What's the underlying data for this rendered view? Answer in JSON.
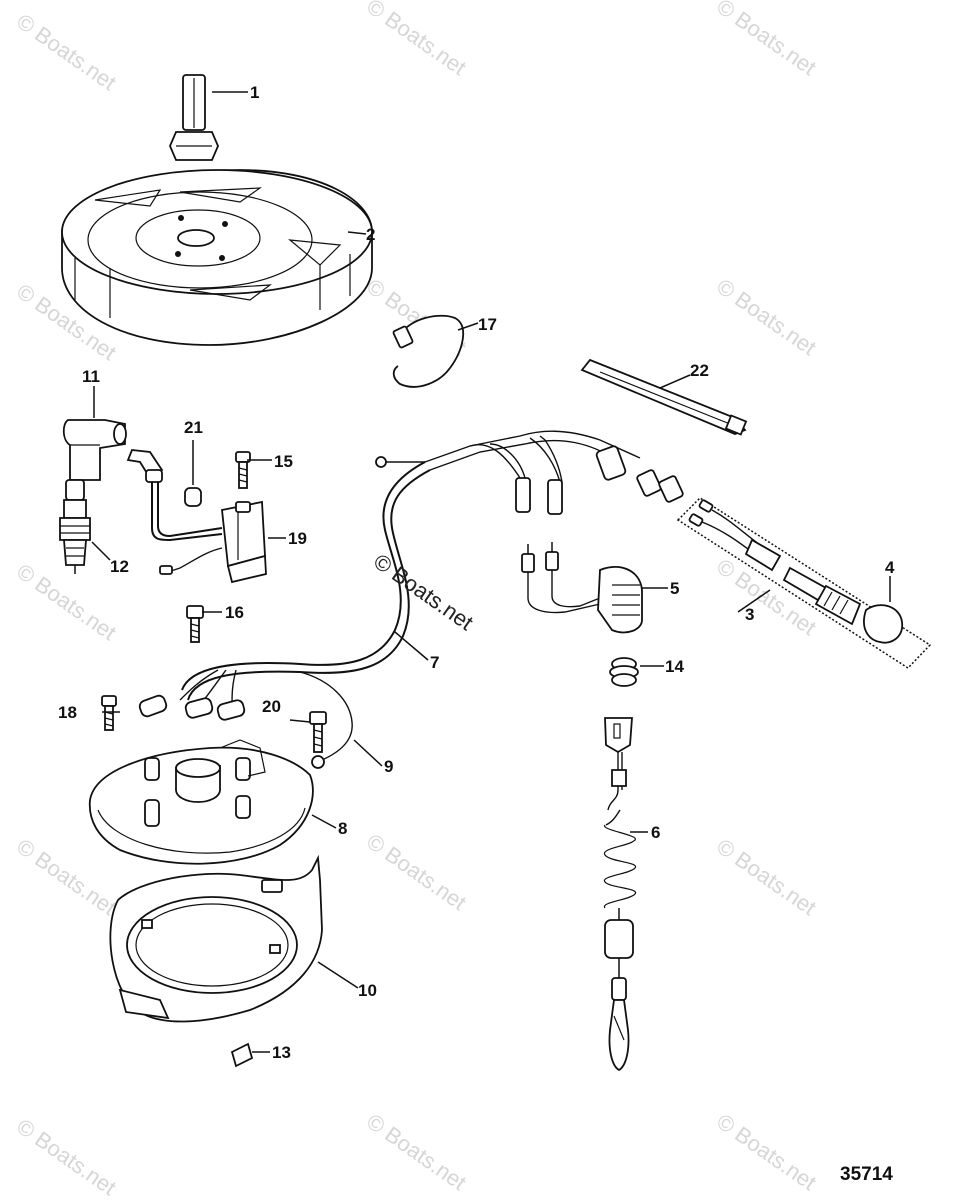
{
  "diagram": {
    "document_number": "35714",
    "watermark": "© Boats.net",
    "callouts": [
      {
        "id": "1",
        "label": "1"
      },
      {
        "id": "2",
        "label": "2"
      },
      {
        "id": "3",
        "label": "3"
      },
      {
        "id": "4",
        "label": "4"
      },
      {
        "id": "5",
        "label": "5"
      },
      {
        "id": "6",
        "label": "6"
      },
      {
        "id": "7",
        "label": "7"
      },
      {
        "id": "8",
        "label": "8"
      },
      {
        "id": "9",
        "label": "9"
      },
      {
        "id": "10",
        "label": "10"
      },
      {
        "id": "11",
        "label": "11"
      },
      {
        "id": "12",
        "label": "12"
      },
      {
        "id": "13",
        "label": "13"
      },
      {
        "id": "14",
        "label": "14"
      },
      {
        "id": "15",
        "label": "15"
      },
      {
        "id": "16",
        "label": "16"
      },
      {
        "id": "17",
        "label": "17"
      },
      {
        "id": "18",
        "label": "18"
      },
      {
        "id": "19",
        "label": "19"
      },
      {
        "id": "20",
        "label": "20"
      },
      {
        "id": "21",
        "label": "21"
      },
      {
        "id": "22",
        "label": "22"
      }
    ]
  }
}
